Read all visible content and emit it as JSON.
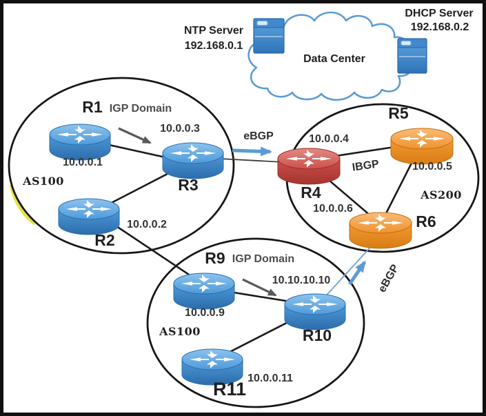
{
  "cloud": {
    "label": "Data Center"
  },
  "servers": {
    "ntp": {
      "label": "NTP Server",
      "ip": "192.168.0.1"
    },
    "dhcp": {
      "label": "DHCP Server",
      "ip": "192.168.0.2"
    }
  },
  "domains": {
    "as100_top": {
      "as_label": "AS100",
      "igp_label": "IGP Domain"
    },
    "as200": {
      "as_label": "AS200"
    },
    "as100_bottom": {
      "as_label": "AS100",
      "igp_label": "IGP Domain"
    }
  },
  "routers": {
    "r1": {
      "name": "R1",
      "ip": "10.0.0.1"
    },
    "r2": {
      "name": "R2",
      "ip": "10.0.0.2"
    },
    "r3": {
      "name": "R3",
      "ip": "10.0.0.3"
    },
    "r4": {
      "name": "R4",
      "ip": "10.0.0.4"
    },
    "r5": {
      "name": "R5",
      "ip": "10.0.0.5"
    },
    "r6": {
      "name": "R6",
      "ip": "10.0.0.6"
    },
    "r9": {
      "name": "R9",
      "ip": "10.0.0.9"
    },
    "r10": {
      "name": "R10",
      "ip": "10.10.10.10"
    },
    "r11": {
      "name": "R11",
      "ip": "10.0.0.11"
    }
  },
  "links": {
    "ebgp_r3_r4_label": "eBGP",
    "ebgp_r10_r6_label": "eBGP",
    "ibgp_label": "IBGP"
  },
  "colors": {
    "router_blue": "#3b86ca",
    "router_red": "#c8453f",
    "router_orange": "#f0922c",
    "cloud_stroke": "#5b9bd5",
    "ebgp_arrow": "#5b9bd5",
    "igp_arrow": "#595959",
    "domain_ellipse": "#161616"
  }
}
